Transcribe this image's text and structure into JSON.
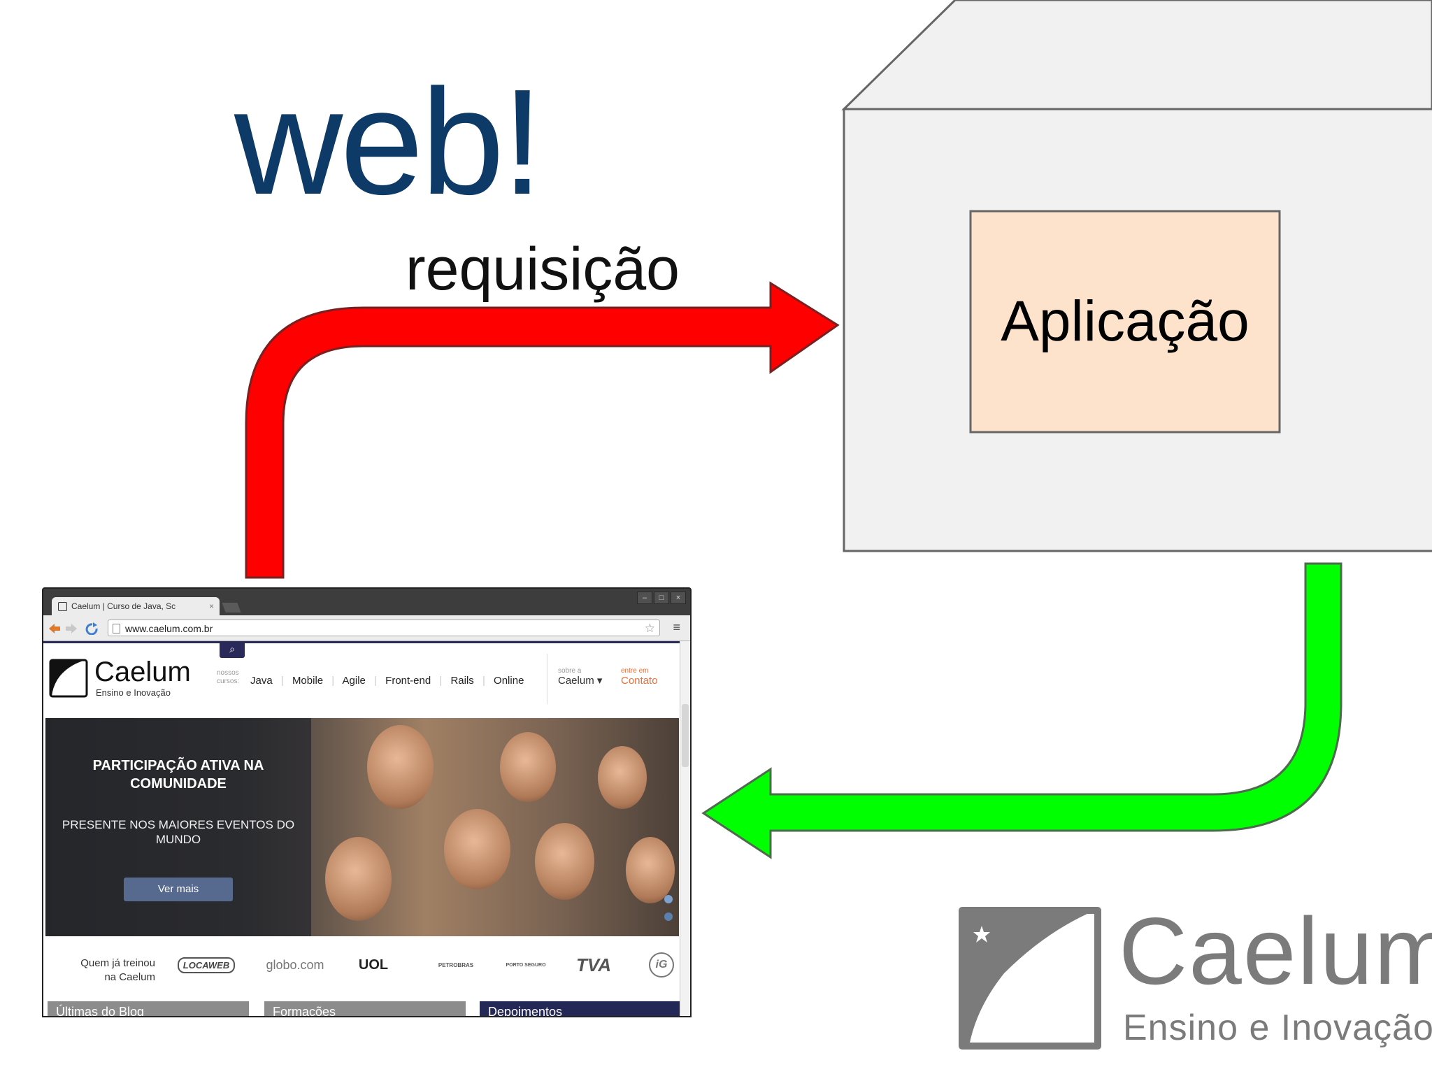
{
  "diagram": {
    "title": "web!",
    "request_label": "requisição",
    "app_label": "Aplicação",
    "colors": {
      "title": "#0d3a66",
      "request_arrow": "#ff0000",
      "response_arrow": "#00ff00",
      "server_box": "#f1f1f1",
      "app_box": "#fde2cc"
    }
  },
  "logo": {
    "name": "Caelum",
    "tagline": "Ensino e Inovação"
  },
  "browser": {
    "tab_title": "Caelum | Curso de Java, Sc",
    "url": "www.caelum.com.br",
    "site": {
      "logo_name": "Caelum",
      "logo_tagline": "Ensino e Inovação",
      "courses_label_1": "nossos",
      "courses_label_2": "cursos:",
      "nav": [
        "Java",
        "Mobile",
        "Agile",
        "Front-end",
        "Rails",
        "Online"
      ],
      "about_small": "sobre a",
      "about": "Caelum",
      "contact_small": "entre em",
      "contact": "Contato",
      "hero_title": "PARTICIPAÇÃO ATIVA NA COMUNIDADE",
      "hero_subtitle": "PRESENTE NOS MAIORES EVENTOS DO MUNDO",
      "hero_button": "Ver mais",
      "trained_1": "Quem já treinou",
      "trained_2": "na Caelum",
      "clients": [
        "LOCAWEB",
        "globo.com",
        "UOL",
        "PETROBRAS",
        "PORTO SEGURO",
        "TVA",
        "iG"
      ],
      "bottom_tabs": [
        "Últimas do Blog",
        "Formações",
        "Depoimentos"
      ]
    }
  }
}
